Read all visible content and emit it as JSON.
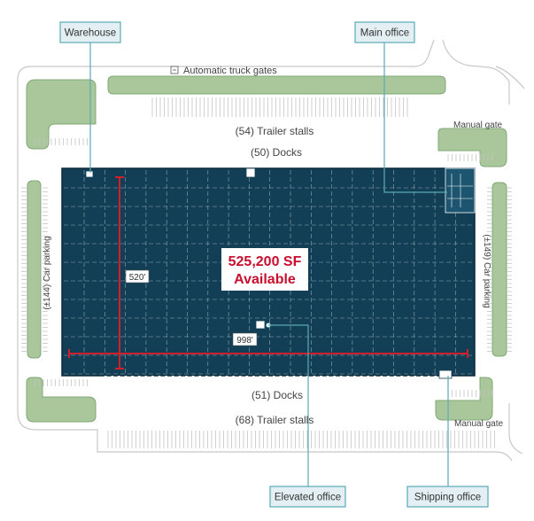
{
  "callouts": {
    "warehouse": "Warehouse",
    "main_office": "Main office",
    "elevated_office": "Elevated office",
    "shipping_office": "Shipping office"
  },
  "site_labels": {
    "automatic_truck_gates": "Automatic truck gates",
    "manual_gate_top": "Manual gate",
    "manual_gate_bottom": "Manual gate",
    "trailer_stalls_top": "(54) Trailer stalls",
    "trailer_stalls_bottom": "(68) Trailer stalls",
    "docks_top": "(50) Docks",
    "docks_bottom": "(51) Docks",
    "car_parking_left": "(±144) Car parking",
    "car_parking_right": "(±149) Car parking"
  },
  "building": {
    "area_line1": "525,200 SF",
    "area_line2": "Available",
    "depth_dimension": "520'",
    "width_dimension": "998'"
  },
  "colors": {
    "building": "#123f55",
    "landscape": "#a9c79a",
    "landscape_stroke": "#7fa874",
    "callout": "#5aaab6",
    "callout_bg": "#e3eff2",
    "dimension": "#d0202e",
    "pavement_stroke": "#c8c8c8"
  }
}
